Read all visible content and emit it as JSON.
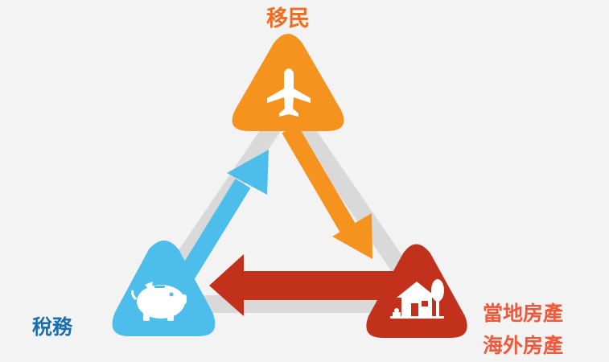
{
  "nodes": {
    "top": {
      "label": "移民",
      "color": "#ef6d1e",
      "fill": "#f6921e",
      "icon": "airplane-icon"
    },
    "left": {
      "label": "稅務",
      "color": "#1b6fae",
      "fill": "#4dbdeb",
      "icon": "piggy-bank-icon"
    },
    "right": {
      "label_line1": "當地房產",
      "label_line2": "海外房產",
      "color": "#ef5a3c",
      "fill": "#c1311b",
      "icon": "house-icon"
    }
  },
  "colors": {
    "background": "#f3f3f3",
    "track": "#d9d9d9",
    "arrow_top_to_right": "#f6921e",
    "arrow_right_to_left": "#c1311b",
    "arrow_left_to_top": "#4dbdeb"
  }
}
